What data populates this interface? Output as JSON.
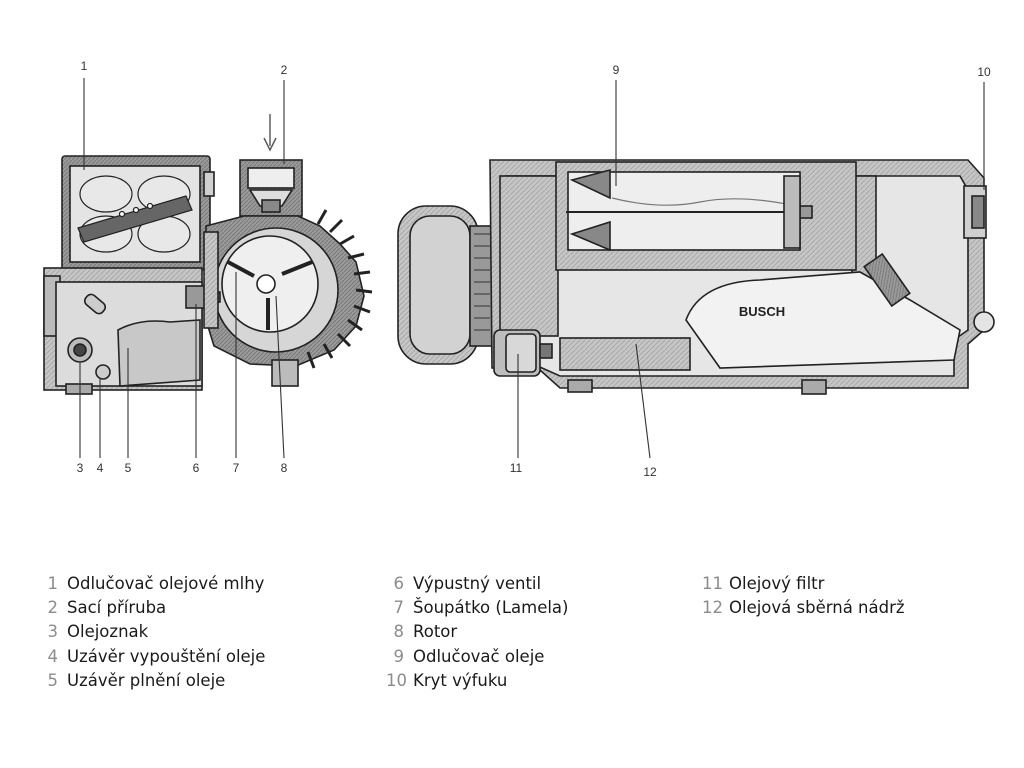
{
  "diagram": {
    "callouts": [
      "1",
      "2",
      "3",
      "4",
      "5",
      "6",
      "7",
      "8",
      "9",
      "10",
      "11",
      "12"
    ],
    "logo_text": "BUSCH"
  },
  "legend": {
    "columns": [
      [
        {
          "num": "1",
          "label": "Odlučovač olejové mlhy"
        },
        {
          "num": "2",
          "label": "Sací příruba"
        },
        {
          "num": "3",
          "label": "Olejoznak"
        },
        {
          "num": "4",
          "label": "Uzávěr vypouštění oleje"
        },
        {
          "num": "5",
          "label": "Uzávěr plnění oleje"
        }
      ],
      [
        {
          "num": "6",
          "label": "Výpustný ventil"
        },
        {
          "num": "7",
          "label": "Šoupátko (Lamela)"
        },
        {
          "num": "8",
          "label": "Rotor"
        },
        {
          "num": "9",
          "label": "Odlučovač oleje"
        },
        {
          "num": "10",
          "label": "Kryt výfuku"
        }
      ],
      [
        {
          "num": "11",
          "label": "Olejový filtr"
        },
        {
          "num": "12",
          "label": "Olejová sběrná nádrž"
        }
      ]
    ]
  }
}
